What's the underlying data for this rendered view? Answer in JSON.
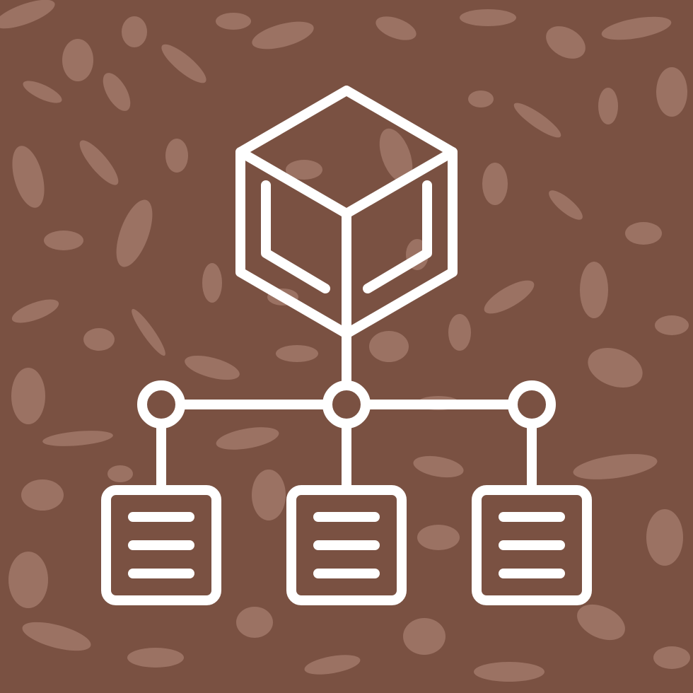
{
  "icon": {
    "name": "blockchain-network-icon",
    "parts": [
      "cube-icon",
      "hub-node",
      "node-left",
      "node-right",
      "document-left",
      "document-center",
      "document-right"
    ]
  },
  "colors": {
    "background": "#7A5142",
    "texture": "#B68E80",
    "stroke": "#FFFFFF"
  }
}
